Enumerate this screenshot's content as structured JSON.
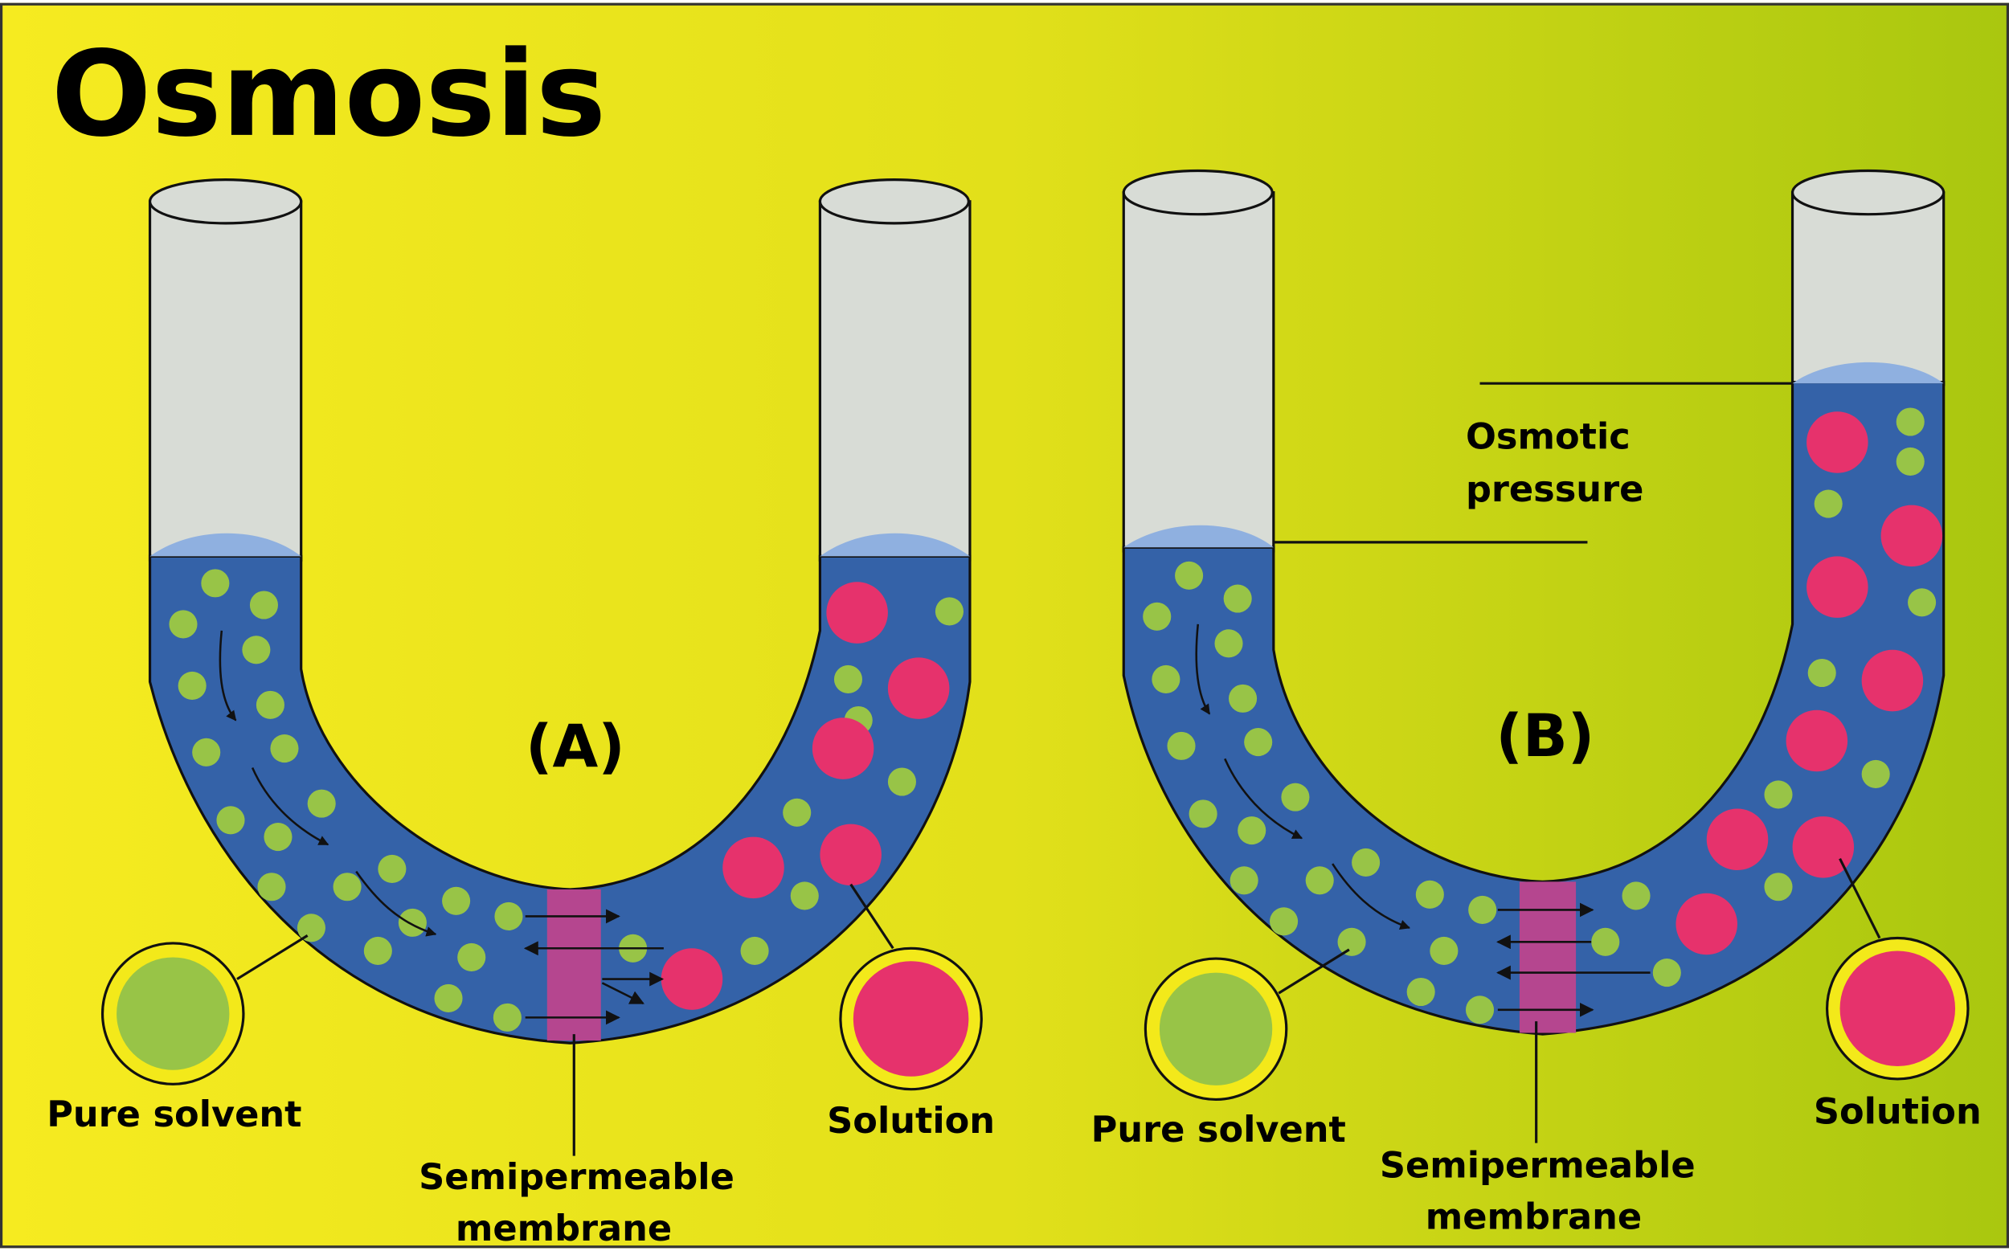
{
  "title": "Osmosis",
  "colors": {
    "background_left": "#f6eb20",
    "background_right": "#a9c70f",
    "solution": "#3462a8",
    "meniscus": "#8fb0e0",
    "tube_glass": "#d8dcd6",
    "solvent_particle": "#98c447",
    "solute_particle": "#e6326c",
    "membrane": "#b5468f",
    "legend_ring": "#f3e91a"
  },
  "panels": [
    {
      "label": "(A)",
      "labels": {
        "pure_solvent": "Pure solvent",
        "solution": "Solution",
        "membrane": [
          "Semipermeable",
          "membrane"
        ]
      }
    },
    {
      "label": "(B)",
      "labels": {
        "pure_solvent": "Pure solvent",
        "solution": "Solution",
        "membrane": [
          "Semipermeable",
          "membrane"
        ],
        "osmotic_pressure": [
          "Osmotic",
          "pressure"
        ]
      }
    }
  ]
}
